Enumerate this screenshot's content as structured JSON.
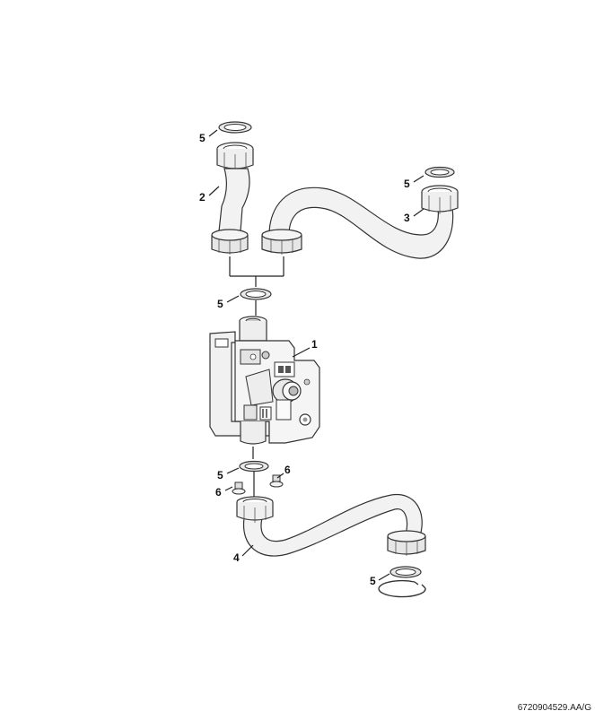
{
  "callouts": {
    "c1": "1",
    "c2": "2",
    "c3": "3",
    "c4": "4",
    "c5": "5",
    "c6": "6"
  },
  "drawing_ref": "6720904529.AA/G"
}
